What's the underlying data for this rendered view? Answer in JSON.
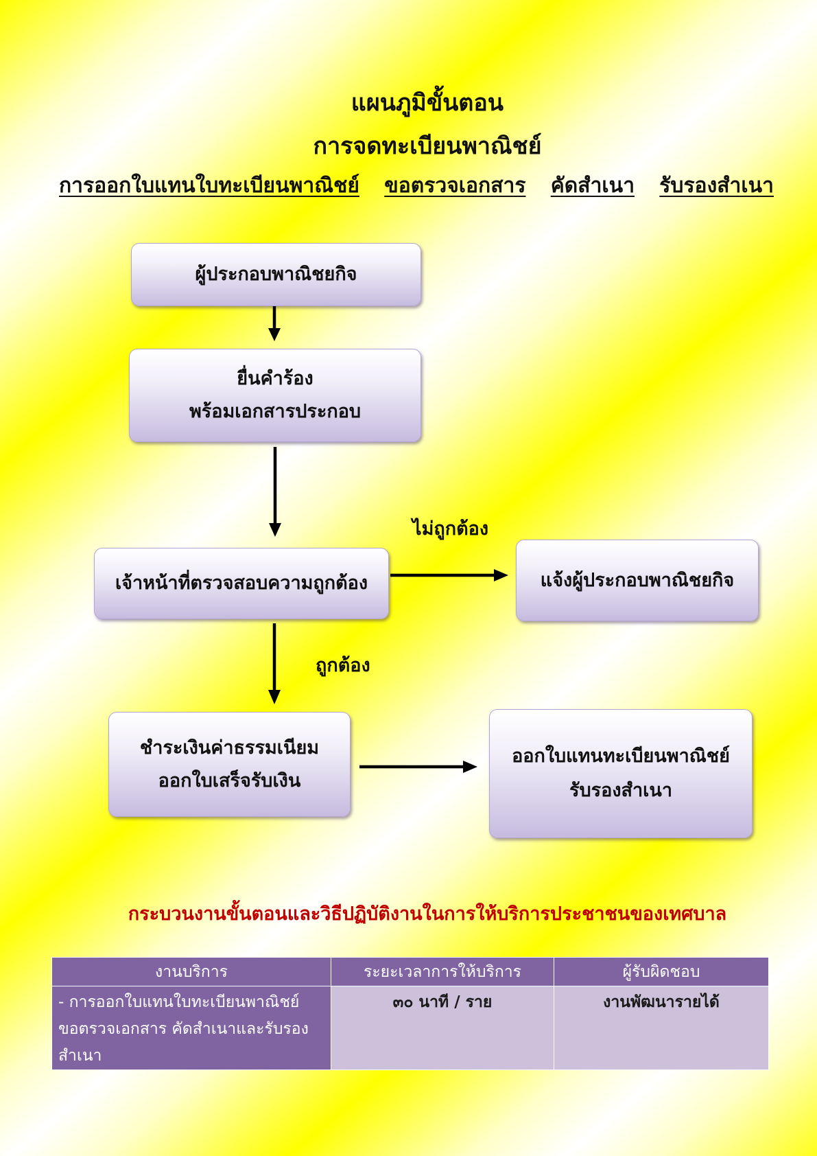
{
  "title": {
    "line1": "แผนภูมิขั้นตอน",
    "line2": "การจดทะเบียนพาณิชย์"
  },
  "subtitle_items": [
    "การออกใบแทนใบทะเบียนพาณิชย์",
    "ขอตรวจเอกสาร",
    "คัดสำเนา",
    "รับรองสำเนา"
  ],
  "flowchart": {
    "nodes": {
      "applicant": "ผู้ประกอบพาณิชยกิจ",
      "submit": [
        "ยื่นคำร้อง",
        "พร้อมเอกสารประกอบ"
      ],
      "verify": "เจ้าหน้าที่ตรวจสอบความถูกต้อง",
      "notify": "แจ้งผู้ประกอบพาณิชยกิจ",
      "payment": [
        "ชำระเงินค่าธรรมเนียม",
        "ออกใบเสร็จรับเงิน"
      ],
      "issue": [
        "ออกใบแทนทะเบียนพาณิชย์",
        "รับรองสำเนา"
      ]
    },
    "edge_labels": {
      "incorrect": "ไม่ถูกต้อง",
      "correct": "ถูกต้อง"
    }
  },
  "process_heading": "กระบวนงานขั้นตอนและวิธีปฏิบัติงานในการให้บริการประชาชนของเทศบาล",
  "table": {
    "headers": [
      "งานบริการ",
      "ระยะเวลาการให้บริการ",
      "ผู้รับผิดชอบ"
    ],
    "rows": [
      {
        "service": [
          "- การออกใบแทนใบทะเบียนพาณิชย์",
          "ขอตรวจเอกสาร คัดสำเนาและรับรอง",
          "สำเนา"
        ],
        "duration": "๓๐ นาที / ราย",
        "responsible": "งานพัฒนารายได้"
      }
    ]
  },
  "colors": {
    "page_yellow": "#ffff00",
    "page_white": "#ffffff",
    "node_top": "#ffffff",
    "node_bottom": "#c6bbdf",
    "node_border": "#b3a6d3",
    "heading_red": "#c00000",
    "table_header": "#8064a2",
    "table_cell": "#ccc0da"
  }
}
